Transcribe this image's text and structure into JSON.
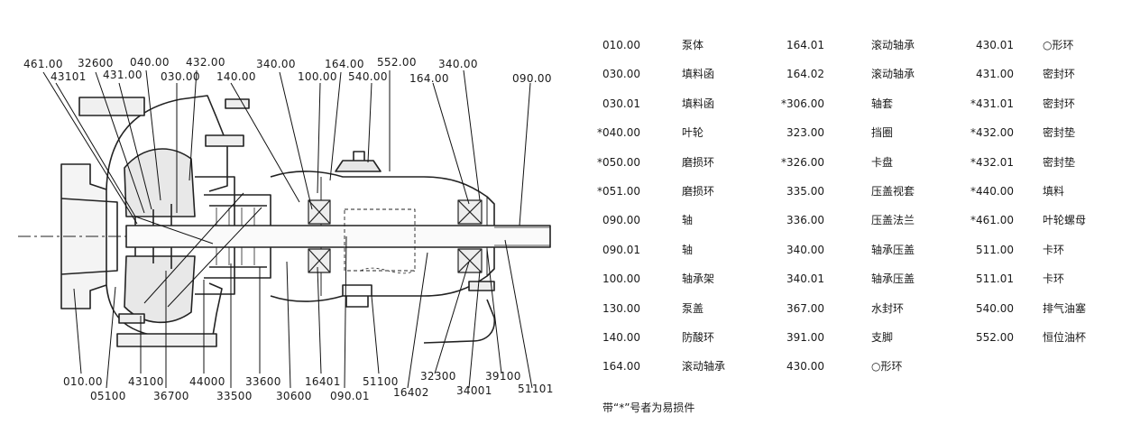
{
  "callouts": [
    "461.00",
    "43101",
    "32600",
    "431.00",
    "040.00",
    "030.00",
    "432.00",
    "140.00",
    "340.00",
    "100.00",
    "164.00",
    "540.00",
    "552.00",
    "164.00",
    "340.00",
    "090.00",
    "010.00",
    "05100",
    "43100",
    "36700",
    "44000",
    "33500",
    "33600",
    "30600",
    "16401",
    "090.01",
    "51100",
    "16402",
    "32300",
    "34001",
    "39100",
    "51101"
  ],
  "parts": [
    [
      "010.00",
      "泵体"
    ],
    [
      "030.00",
      "填料函"
    ],
    [
      "030.01",
      "填料函"
    ],
    [
      "*040.00",
      "叶轮"
    ],
    [
      "*050.00",
      "磨损环"
    ],
    [
      "*051.00",
      "磨损环"
    ],
    [
      "090.00",
      "轴"
    ],
    [
      "090.01",
      "轴"
    ],
    [
      "100.00",
      "轴承架"
    ],
    [
      "130.00",
      "泵盖"
    ],
    [
      "140.00",
      "防酸环"
    ],
    [
      "164.00",
      "滚动轴承"
    ],
    [
      "164.01",
      "滚动轴承"
    ],
    [
      "164.02",
      "滚动轴承"
    ],
    [
      "*306.00",
      "轴套"
    ],
    [
      "323.00",
      "挡圈"
    ],
    [
      "*326.00",
      "卡盘"
    ],
    [
      "335.00",
      "压盖视套"
    ],
    [
      "336.00",
      "压盖法兰"
    ],
    [
      "340.00",
      "轴承压盖"
    ],
    [
      "340.01",
      "轴承压盖"
    ],
    [
      "367.00",
      "水封环"
    ],
    [
      "391.00",
      "支脚"
    ],
    [
      "430.00",
      "○形环"
    ],
    [
      "430.01",
      "○形环"
    ],
    [
      "431.00",
      "密封环"
    ],
    [
      "*431.01",
      "密封环"
    ],
    [
      "*432.00",
      "密封垫"
    ],
    [
      "*432.01",
      "密封垫"
    ],
    [
      "*440.00",
      "填料"
    ],
    [
      "*461.00",
      "叶轮螺母"
    ],
    [
      "511.00",
      "卡环"
    ],
    [
      "511.01",
      "卡环"
    ],
    [
      "540.00",
      "排气油塞"
    ],
    [
      "552.00",
      "恒位油杯"
    ]
  ],
  "footnote": "带“*”号者为易损件"
}
